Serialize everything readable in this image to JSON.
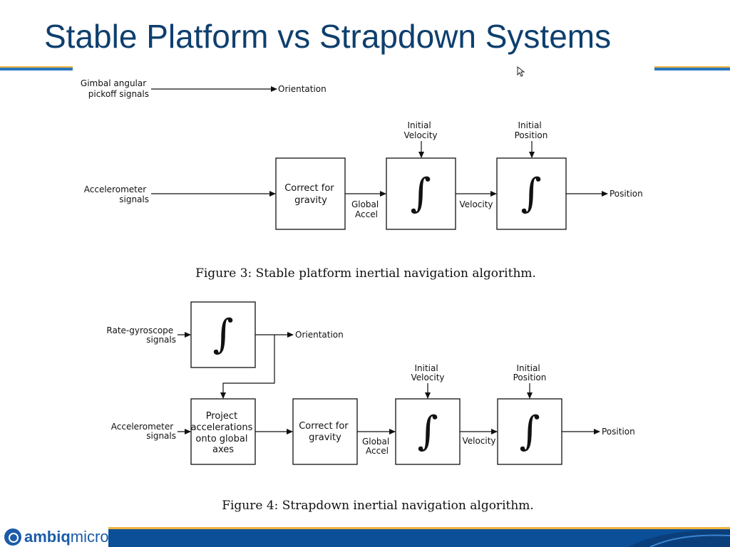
{
  "slide": {
    "title": "Stable Platform vs Strapdown Systems"
  },
  "figure3": {
    "input_top": [
      "Gimbal angular",
      "pickoff signals"
    ],
    "output_top": "Orientation",
    "input_main": [
      "Accelerometer",
      "signals"
    ],
    "box_gravity": [
      "Correct for",
      "gravity"
    ],
    "edge_global_accel": [
      "Global",
      "Accel"
    ],
    "init_velocity": [
      "Initial",
      "Velocity"
    ],
    "init_position": [
      "Initial",
      "Position"
    ],
    "edge_velocity": "Velocity",
    "output_main": "Position",
    "integral_symbol": "∫",
    "caption": "Figure 3: Stable platform inertial navigation algorithm."
  },
  "figure4": {
    "input_gyro": [
      "Rate-gyroscope",
      "signals"
    ],
    "output_orientation": "Orientation",
    "input_accel": [
      "Accelerometer",
      "signals"
    ],
    "box_project": [
      "Project",
      "accelerations",
      "onto global",
      "axes"
    ],
    "box_gravity": [
      "Correct for",
      "gravity"
    ],
    "edge_global_accel": [
      "Global",
      "Accel"
    ],
    "init_velocity": [
      "Initial",
      "Velocity"
    ],
    "init_position": [
      "Initial",
      "Position"
    ],
    "edge_velocity": "Velocity",
    "output_main": "Position",
    "integral_symbol": "∫",
    "caption": "Figure 4: Strapdown inertial navigation algorithm."
  },
  "footer": {
    "logo_bold": "ambiq",
    "logo_light": "micro"
  },
  "colors": {
    "title": "#0e3f6e",
    "accent_blue": "#2b78c0",
    "accent_gold": "#f0b43c",
    "footer_blue": "#0b4f98"
  }
}
